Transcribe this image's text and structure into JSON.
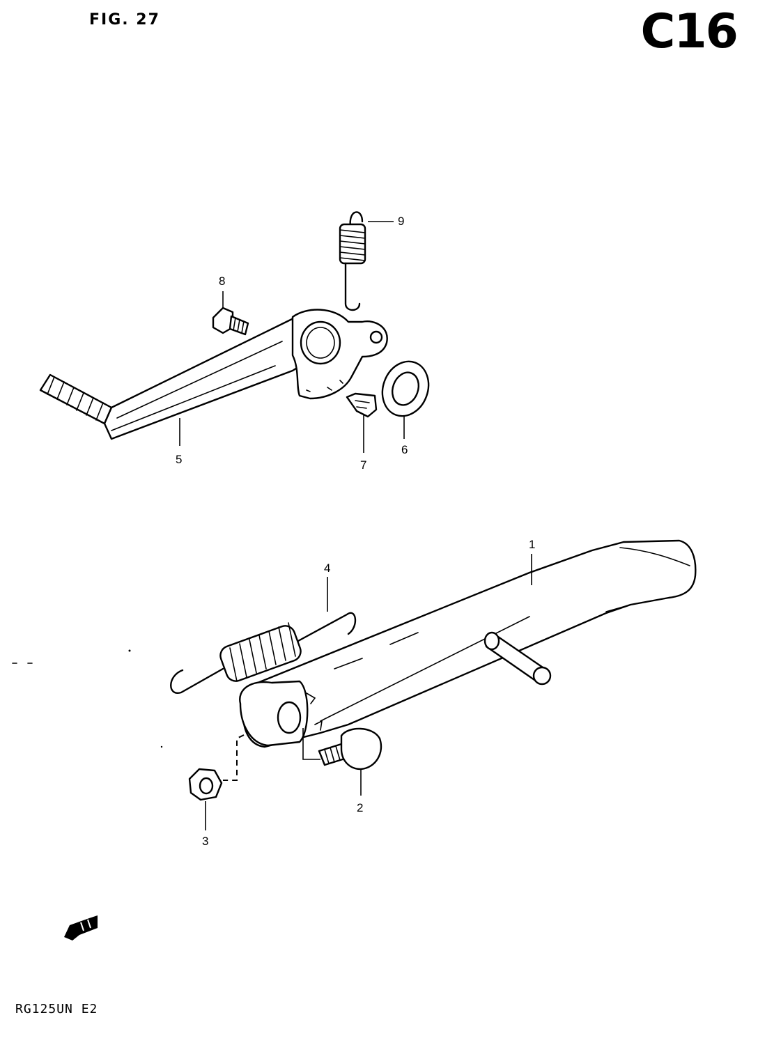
{
  "header": {
    "figure": "FIG. 27",
    "code": "C16"
  },
  "footer": {
    "model": "RG125UN E2"
  },
  "callouts": [
    {
      "id": "1",
      "label": "1"
    },
    {
      "id": "2",
      "label": "2"
    },
    {
      "id": "3",
      "label": "3"
    },
    {
      "id": "4",
      "label": "4"
    },
    {
      "id": "5",
      "label": "5"
    },
    {
      "id": "6",
      "label": "6"
    },
    {
      "id": "7",
      "label": "7"
    },
    {
      "id": "8",
      "label": "8"
    },
    {
      "id": "9",
      "label": "9"
    }
  ],
  "icons": {
    "direction_arrow": "arrow-left-icon"
  }
}
